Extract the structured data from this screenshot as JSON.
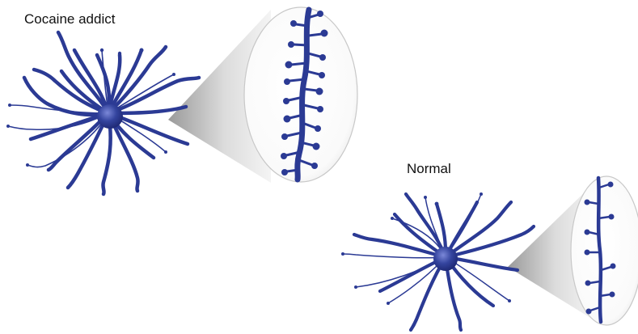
{
  "labels": {
    "addict": "Cocaine addict",
    "normal": "Normal"
  },
  "neurons": [
    {
      "name": "cocaine-addict-neuron",
      "description_label_key": "addict",
      "spine_density": "high"
    },
    {
      "name": "normal-neuron",
      "description_label_key": "normal",
      "spine_density": "low"
    }
  ],
  "colors": {
    "neuron": "#2b3a94",
    "neuron_dark": "#1c2670",
    "soma_highlight": "#6d7bd0",
    "magnifier_light": "#f2f2f2",
    "magnifier_shadow": "#9a9a9a",
    "outline": "#c8c8c8"
  }
}
